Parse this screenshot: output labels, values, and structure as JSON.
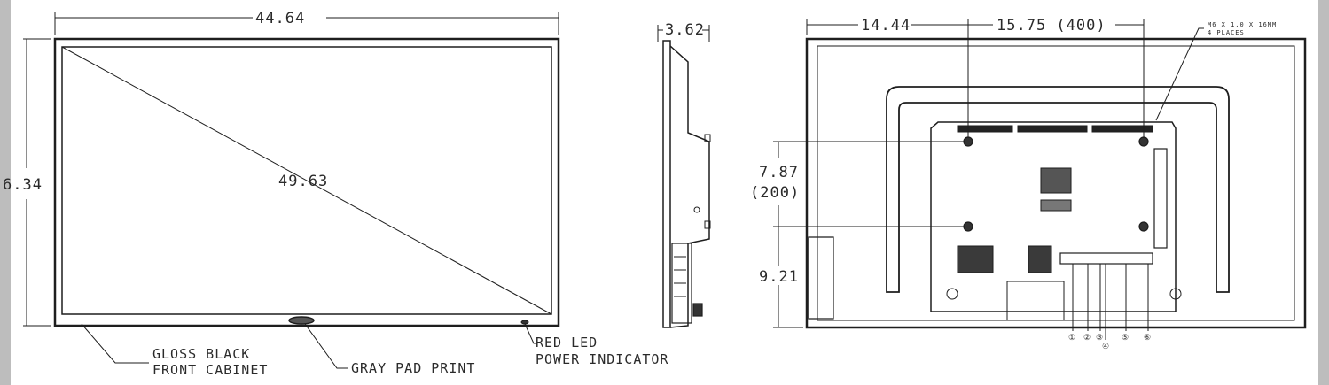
{
  "colors": {
    "frame_gray": "#bdbdbd",
    "line": "#1e1e1e",
    "bg": "#ffffff"
  },
  "front_view": {
    "width_dim": "44.64",
    "height_dim": "6.34",
    "diagonal_dim": "49.63",
    "callout_cabinet_line1": "GLOSS BLACK",
    "callout_cabinet_line2": "FRONT CABINET",
    "callout_pad": "GRAY PAD PRINT",
    "callout_led_line1": "RED LED",
    "callout_led_line2": "POWER INDICATOR"
  },
  "side_view": {
    "depth_dim": "3.62"
  },
  "rear_view": {
    "left_offset_dim": "14.44",
    "vesa_h_dim": "15.75 (400)",
    "vesa_v_dim_line1": "7.87",
    "vesa_v_dim_line2": "(200)",
    "bottom_offset_dim": "9.21",
    "screw_note_line1": "M6 X 1.0 X 16MM",
    "screw_note_line2": "4 PLACES",
    "port_markers": [
      "①",
      "②",
      "③",
      "④",
      "⑤",
      "⑥"
    ]
  }
}
